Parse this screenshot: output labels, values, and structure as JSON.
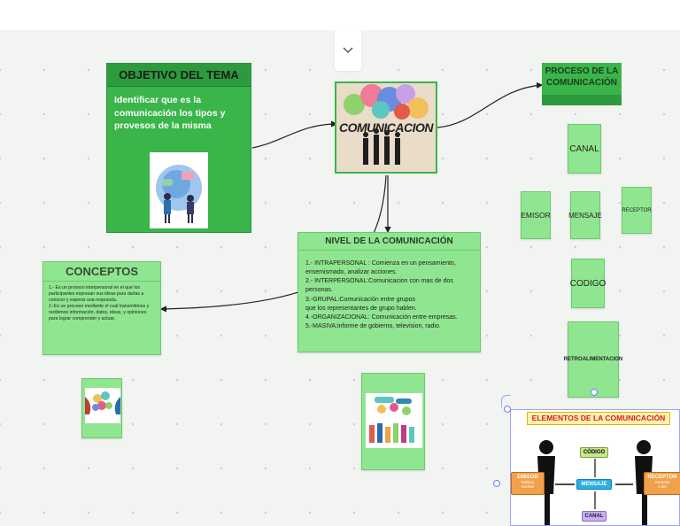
{
  "ui": {
    "collapse_icon": "chevron-down-icon"
  },
  "objetivo": {
    "title": "OBJETIVO DEL TEMA",
    "text": "Identificar que es la comunicación los tipos y provesos de la misma"
  },
  "comunicacion": {
    "label": "COMUNICACION"
  },
  "proceso": {
    "title": "PROCESO DE LA COMUNICACIÓN",
    "canal": "CANAL",
    "emisor": "EMISOR",
    "mensaje": "MENSAJE",
    "receptor": "RECEPTOR",
    "codigo": "CODIGO",
    "retro": "RETROALIMENTACION"
  },
  "conceptos": {
    "title": "CONCEPTOS",
    "text": "1.- Es un proceso interpersonal en el que los participantes expresan sus ideas para darlas a conocer y esperar una respuesta.\n2.-Es un proceso mediante el cual transmitimos y recibimos información, datos, ideas, y opiniones para lograr comprender y actuar."
  },
  "nivel": {
    "title": "NIVEL DE LA COMUNICACIÓN",
    "lines": [
      "1.- INTRAPERSONAL : Comienza en un pensamiento,",
      "ensemismado, analizar acciones.",
      "2.- INTERPERSONAL:Comunicacion con mas de dos personas.",
      "3.-GRUPAL:Comunicación entre grupos",
      "que los representantes de grupo hablen.",
      "4.-ORGANIZACIONAL: Comunicación entre empresas.",
      "5.-MASIVA:informe de gobierno, television, radio."
    ]
  },
  "elementos": {
    "title": "ELEMENTOS DE LA COMUNICACIÓN",
    "codigo": "CÓDIGO",
    "emisor": "EMISOR",
    "emisor_sub": "habla/o\nescribe",
    "mensaje": "MENSAJE",
    "receptor": "RECEPTOR",
    "receptor_sub": "escucha\no lee",
    "canal": "CANAL"
  },
  "colors": {
    "dark_green": "#3ab54a",
    "light_green": "#90e690",
    "connector": "#222222"
  }
}
